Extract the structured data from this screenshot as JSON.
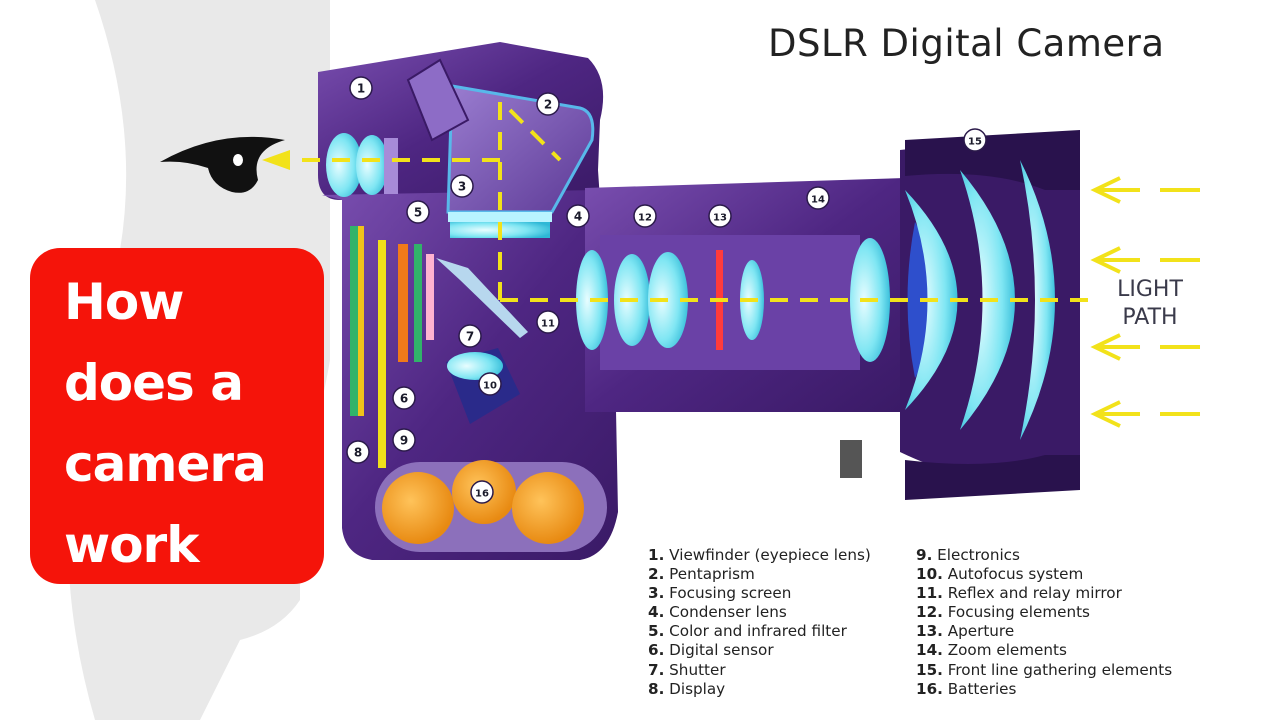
{
  "diagram": {
    "title": "DSLR Digital Camera",
    "callout_lines": [
      "How",
      "does a",
      "camera",
      "work"
    ],
    "light_label_lines": [
      "LIGHT",
      "PATH"
    ],
    "markers": [
      "1",
      "2",
      "3",
      "4",
      "5",
      "6",
      "7",
      "8",
      "9",
      "10",
      "11",
      "12",
      "13",
      "14",
      "15",
      "16"
    ],
    "legend": [
      {
        "num": "1.",
        "text": "Viewfinder (eyepiece lens)"
      },
      {
        "num": "2.",
        "text": "Pentaprism"
      },
      {
        "num": "3.",
        "text": "Focusing screen"
      },
      {
        "num": "4.",
        "text": "Condenser lens"
      },
      {
        "num": "5.",
        "text": "Color and infrared filter"
      },
      {
        "num": "6.",
        "text": "Digital sensor"
      },
      {
        "num": "7.",
        "text": "Shutter"
      },
      {
        "num": "8.",
        "text": "Display"
      },
      {
        "num": "9.",
        "text": "Electronics"
      },
      {
        "num": "10.",
        "text": "Autofocus system"
      },
      {
        "num": "11.",
        "text": "Reflex and relay mirror"
      },
      {
        "num": "12.",
        "text": "Focusing elements"
      },
      {
        "num": "13.",
        "text": "Aperture"
      },
      {
        "num": "14.",
        "text": "Zoom elements"
      },
      {
        "num": "15.",
        "text": "Front line gathering elements"
      },
      {
        "num": "16.",
        "text": "Batteries"
      }
    ],
    "colors": {
      "callout_red": "#f5140a",
      "body_purple": "#5a2d8a",
      "light_path_yellow": "#f2e21a",
      "lens_cyan": "#6fe3f2",
      "battery_orange": "#f5a623"
    }
  }
}
